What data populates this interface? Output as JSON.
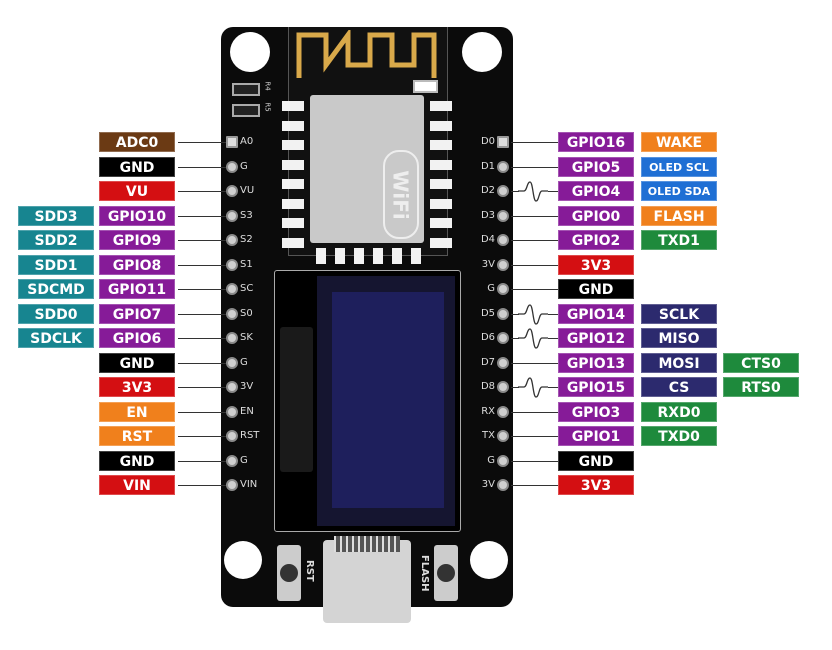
{
  "colors": {
    "adc": "#6b3a14",
    "gnd": "#000000",
    "power": "#d40f12",
    "gpio": "#861b98",
    "sd": "#178590",
    "control": "#f0801c",
    "oled": "#1f6fd4",
    "spi": "#2c2a6e",
    "uart": "#1e8a3c"
  },
  "board": {
    "wifi_logo": "WiFi",
    "resistors": [
      "R4",
      "R5"
    ],
    "buttons": [
      {
        "label": "RST"
      },
      {
        "label": "FLASH"
      }
    ]
  },
  "left_pins": [
    {
      "pin": "A0",
      "square": true,
      "labels": [
        {
          "text": "ADC0",
          "type": "adc"
        }
      ]
    },
    {
      "pin": "G",
      "labels": [
        {
          "text": "GND",
          "type": "gnd"
        }
      ]
    },
    {
      "pin": "VU",
      "labels": [
        {
          "text": "VU",
          "type": "power"
        }
      ]
    },
    {
      "pin": "S3",
      "labels": [
        {
          "text": "GPIO10",
          "type": "gpio"
        },
        {
          "text": "SDD3",
          "type": "sd"
        }
      ]
    },
    {
      "pin": "S2",
      "labels": [
        {
          "text": "GPIO9",
          "type": "gpio"
        },
        {
          "text": "SDD2",
          "type": "sd"
        }
      ]
    },
    {
      "pin": "S1",
      "labels": [
        {
          "text": "GPIO8",
          "type": "gpio"
        },
        {
          "text": "SDD1",
          "type": "sd"
        }
      ]
    },
    {
      "pin": "SC",
      "labels": [
        {
          "text": "GPIO11",
          "type": "gpio"
        },
        {
          "text": "SDCMD",
          "type": "sd"
        }
      ]
    },
    {
      "pin": "S0",
      "labels": [
        {
          "text": "GPIO7",
          "type": "gpio"
        },
        {
          "text": "SDD0",
          "type": "sd"
        }
      ]
    },
    {
      "pin": "SK",
      "labels": [
        {
          "text": "GPIO6",
          "type": "gpio"
        },
        {
          "text": "SDCLK",
          "type": "sd"
        }
      ]
    },
    {
      "pin": "G",
      "labels": [
        {
          "text": "GND",
          "type": "gnd"
        }
      ]
    },
    {
      "pin": "3V",
      "labels": [
        {
          "text": "3V3",
          "type": "power"
        }
      ]
    },
    {
      "pin": "EN",
      "labels": [
        {
          "text": "EN",
          "type": "control"
        }
      ]
    },
    {
      "pin": "RST",
      "labels": [
        {
          "text": "RST",
          "type": "control"
        }
      ]
    },
    {
      "pin": "G",
      "labels": [
        {
          "text": "GND",
          "type": "gnd"
        }
      ]
    },
    {
      "pin": "VIN",
      "labels": [
        {
          "text": "VIN",
          "type": "power"
        }
      ]
    }
  ],
  "right_pins": [
    {
      "pin": "D0",
      "square": true,
      "labels": [
        {
          "text": "GPIO16",
          "type": "gpio"
        },
        {
          "text": "WAKE",
          "type": "control"
        }
      ]
    },
    {
      "pin": "D1",
      "labels": [
        {
          "text": "GPIO5",
          "type": "gpio"
        },
        {
          "text": "OLED SCL",
          "type": "oled"
        }
      ]
    },
    {
      "pin": "D2",
      "pwm": true,
      "labels": [
        {
          "text": "GPIO4",
          "type": "gpio"
        },
        {
          "text": "OLED SDA",
          "type": "oled"
        }
      ]
    },
    {
      "pin": "D3",
      "labels": [
        {
          "text": "GPIO0",
          "type": "gpio"
        },
        {
          "text": "FLASH",
          "type": "control"
        }
      ]
    },
    {
      "pin": "D4",
      "labels": [
        {
          "text": "GPIO2",
          "type": "gpio"
        },
        {
          "text": "TXD1",
          "type": "uart"
        }
      ]
    },
    {
      "pin": "3V",
      "labels": [
        {
          "text": "3V3",
          "type": "power"
        }
      ]
    },
    {
      "pin": "G",
      "labels": [
        {
          "text": "GND",
          "type": "gnd"
        }
      ]
    },
    {
      "pin": "D5",
      "pwm": true,
      "labels": [
        {
          "text": "GPIO14",
          "type": "gpio"
        },
        {
          "text": "SCLK",
          "type": "spi"
        }
      ]
    },
    {
      "pin": "D6",
      "pwm": true,
      "labels": [
        {
          "text": "GPIO12",
          "type": "gpio"
        },
        {
          "text": "MISO",
          "type": "spi"
        }
      ]
    },
    {
      "pin": "D7",
      "labels": [
        {
          "text": "GPIO13",
          "type": "gpio"
        },
        {
          "text": "MOSI",
          "type": "spi"
        },
        {
          "text": "CTS0",
          "type": "uart"
        }
      ]
    },
    {
      "pin": "D8",
      "pwm": true,
      "labels": [
        {
          "text": "GPIO15",
          "type": "gpio"
        },
        {
          "text": "CS",
          "type": "spi"
        },
        {
          "text": "RTS0",
          "type": "uart"
        }
      ]
    },
    {
      "pin": "RX",
      "labels": [
        {
          "text": "GPIO3",
          "type": "gpio"
        },
        {
          "text": "RXD0",
          "type": "uart"
        }
      ]
    },
    {
      "pin": "TX",
      "labels": [
        {
          "text": "GPIO1",
          "type": "gpio"
        },
        {
          "text": "TXD0",
          "type": "uart"
        }
      ]
    },
    {
      "pin": "G",
      "labels": [
        {
          "text": "GND",
          "type": "gnd"
        }
      ]
    },
    {
      "pin": "3V",
      "labels": [
        {
          "text": "3V3",
          "type": "power"
        }
      ]
    }
  ]
}
